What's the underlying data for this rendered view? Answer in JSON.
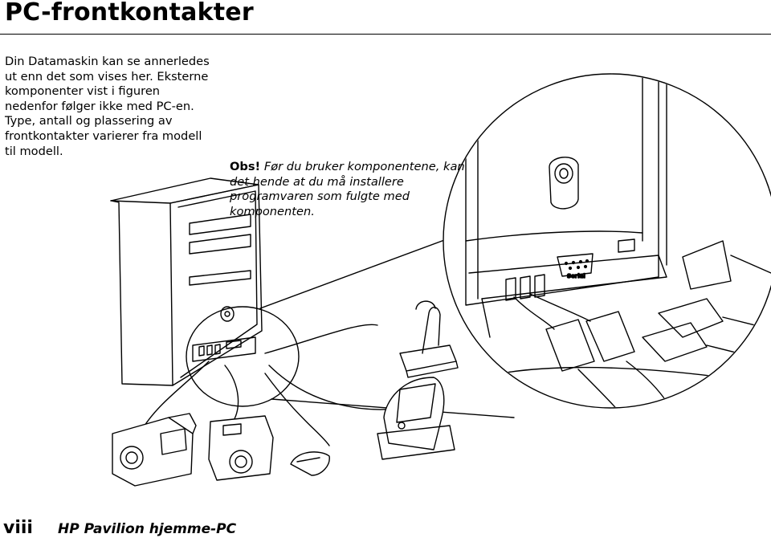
{
  "heading": "PC-frontkontakter",
  "intro_text": "Din Datamaskin kan se annerledes ut enn det som vises her. Eksterne komponenter vist i figuren nedenfor følger ikke med PC-en. Type, antall og plassering av frontkontakter varierer fra modell til modell.",
  "note": {
    "label": "Obs!",
    "text": "Før du bruker komponentene, kan det hende at du må installere programvaren som fulgte med komponenten."
  },
  "illustration": {
    "serial_label": "Serial"
  },
  "footer": {
    "page_number": "viii",
    "book_title": "HP Pavilion hjemme-PC"
  }
}
